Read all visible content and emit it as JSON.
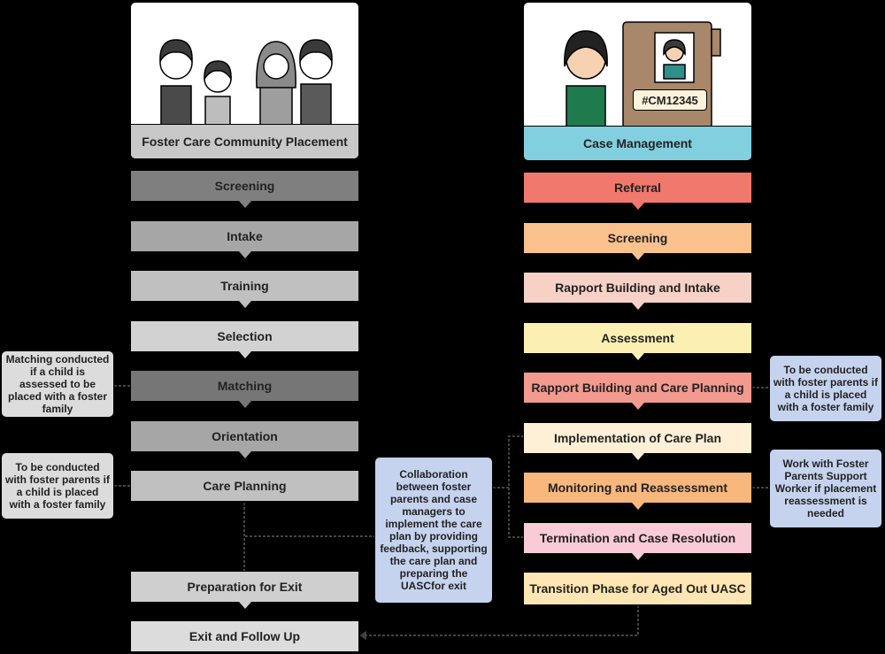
{
  "left_header": {
    "title": "Foster Care Community Placement"
  },
  "right_header": {
    "title": "Case Management",
    "case_id": "#CM12345"
  },
  "left_steps": [
    {
      "label": "Screening",
      "color": "#7f7f7f"
    },
    {
      "label": "Intake",
      "color": "#a6a6a6"
    },
    {
      "label": "Training",
      "color": "#c0c0c0"
    },
    {
      "label": "Selection",
      "color": "#d2d2d2"
    },
    {
      "label": "Matching",
      "color": "#767676"
    },
    {
      "label": "Orientation",
      "color": "#a6a6a6"
    },
    {
      "label": "Care Planning",
      "color": "#c0c0c0"
    },
    {
      "label": "Preparation for Exit",
      "color": "#cfcfcf"
    },
    {
      "label": "Exit and Follow Up",
      "color": "#dcdcdc"
    }
  ],
  "right_steps": [
    {
      "label": "Referral",
      "color": "#f0786d"
    },
    {
      "label": "Screening",
      "color": "#f9c18c"
    },
    {
      "label": "Rapport Building and Intake",
      "color": "#f8d1c6"
    },
    {
      "label": "Assessment",
      "color": "#fcefb2"
    },
    {
      "label": "Rapport Building and Care Planning",
      "color": "#f39a90"
    },
    {
      "label": "Implementation of Care Plan",
      "color": "#fdf0d7"
    },
    {
      "label": "Monitoring and Reassessment",
      "color": "#f8b77c"
    },
    {
      "label": "Termination and Case Resolution",
      "color": "#f9cbd6"
    },
    {
      "label": "Transition Phase for Aged Out UASC",
      "color": "#fde6b3"
    }
  ],
  "notes": {
    "matching": "Matching conducted if a child is assessed to be placed with a foster family",
    "care_planning_left": "To be conducted with foster parents if a child is placed with a foster family",
    "collaboration": "Collaboration between foster parents and case managers to implement the care plan by providing feedback, supporting the care plan and preparing the UASCfor exit",
    "care_planning_right": "To be conducted with foster parents if a child is placed with a foster family",
    "reassessment": "Work with Foster Parents Support Worker if placement reassessment is needed"
  },
  "colors": {
    "left_header_bg": "#c8c8c8",
    "right_header_bg": "#82cfe0",
    "note_grey": "#dcdcdc",
    "note_blue": "#c6d3ee"
  }
}
